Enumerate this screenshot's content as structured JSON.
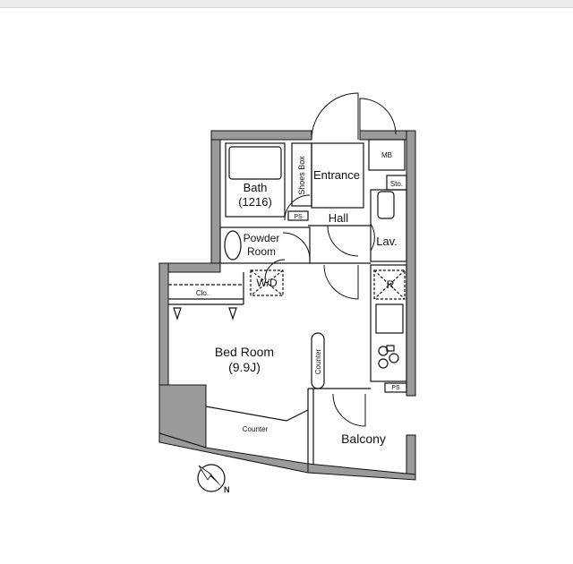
{
  "labels": {
    "bath": "Bath",
    "bath_size": "(1216)",
    "shoes_box": "Shoes Box",
    "entrance": "Entrance",
    "mb": "MB",
    "sto": "Sto.",
    "hall": "Hall",
    "ps_top": "PS",
    "powder_room_1": "Powder",
    "powder_room_2": "Room",
    "lav": "Lav.",
    "wd": "W/D",
    "r": "R",
    "clo": "Clo.",
    "bed_room": "Bed Room",
    "bed_room_size": "(9.9J)",
    "counter_vertical": "Counter",
    "counter_bottom": "Counter",
    "ps_bottom": "PS",
    "balcony": "Balcony",
    "compass_n": "N"
  },
  "colors": {
    "wall": "#9a9a9a",
    "line": "#111111",
    "fill_light": "#f4f4f4"
  }
}
